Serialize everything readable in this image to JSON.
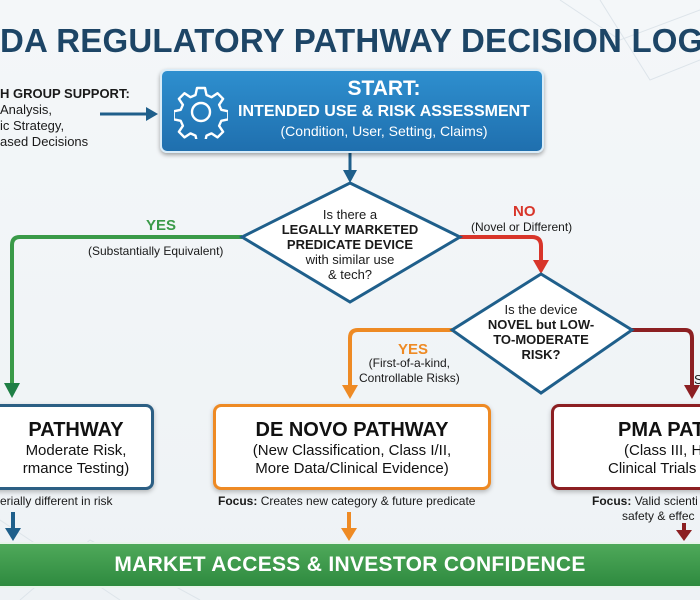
{
  "title": "DA REGULATORY PATHWAY DECISION LOGIC",
  "support": {
    "heading": "H GROUP SUPPORT:",
    "lines": [
      "Analysis,",
      "ic Strategy,",
      "ased Decisions"
    ]
  },
  "start": {
    "icon": "gear-icon",
    "title": "START:",
    "subtitle": "INTENDED USE & RISK ASSESSMENT",
    "detail": "(Condition, User, Setting, Claims)"
  },
  "decision1": {
    "line1": "Is there a",
    "line2": "LEGALLY MARKETED",
    "line3": "PREDICATE DEVICE",
    "line4": "with similar use",
    "line5": "& tech?"
  },
  "branch_yes1": {
    "label": "YES",
    "detail": "(Substantially Equivalent)"
  },
  "branch_no1": {
    "label": "NO",
    "detail": "(Novel or Different)"
  },
  "decision2": {
    "line1": "Is the device",
    "line2": "NOVEL but LOW-",
    "line3": "TO-MODERATE",
    "line4": "RISK?"
  },
  "branch_yes2": {
    "label": "YES",
    "detail1": "(First-of-a-kind,",
    "detail2": "Controllable Risks)"
  },
  "branch_no2": {
    "label": "S"
  },
  "pathways": {
    "p510k": {
      "title": "PATHWAY",
      "line1": "Moderate Risk,",
      "line2": "rmance Testing)",
      "focus": "erially different in risk"
    },
    "denovo": {
      "title": "DE NOVO PATHWAY",
      "line1": "(New Classification, Class I/II,",
      "line2": "More Data/Clinical Evidence)",
      "focus_label": "Focus:",
      "focus": "Creates new category & future predicate"
    },
    "pma": {
      "title": "PMA PAT",
      "line1": "(Class III, Hi",
      "line2": "Clinical Trials",
      "focus_label": "Focus:",
      "focus": "Valid scienti",
      "focus2": "safety & effec"
    }
  },
  "banner": "MARKET ACCESS & INVESTOR CONFIDENCE",
  "colors": {
    "title": "#1d4566",
    "start": "#2579bb",
    "yes_green": "#3a9a48",
    "no_red": "#d8352a",
    "yes_orange": "#ee8a24",
    "pma_red": "#8c1f22",
    "banner": "#3c9a4b"
  }
}
